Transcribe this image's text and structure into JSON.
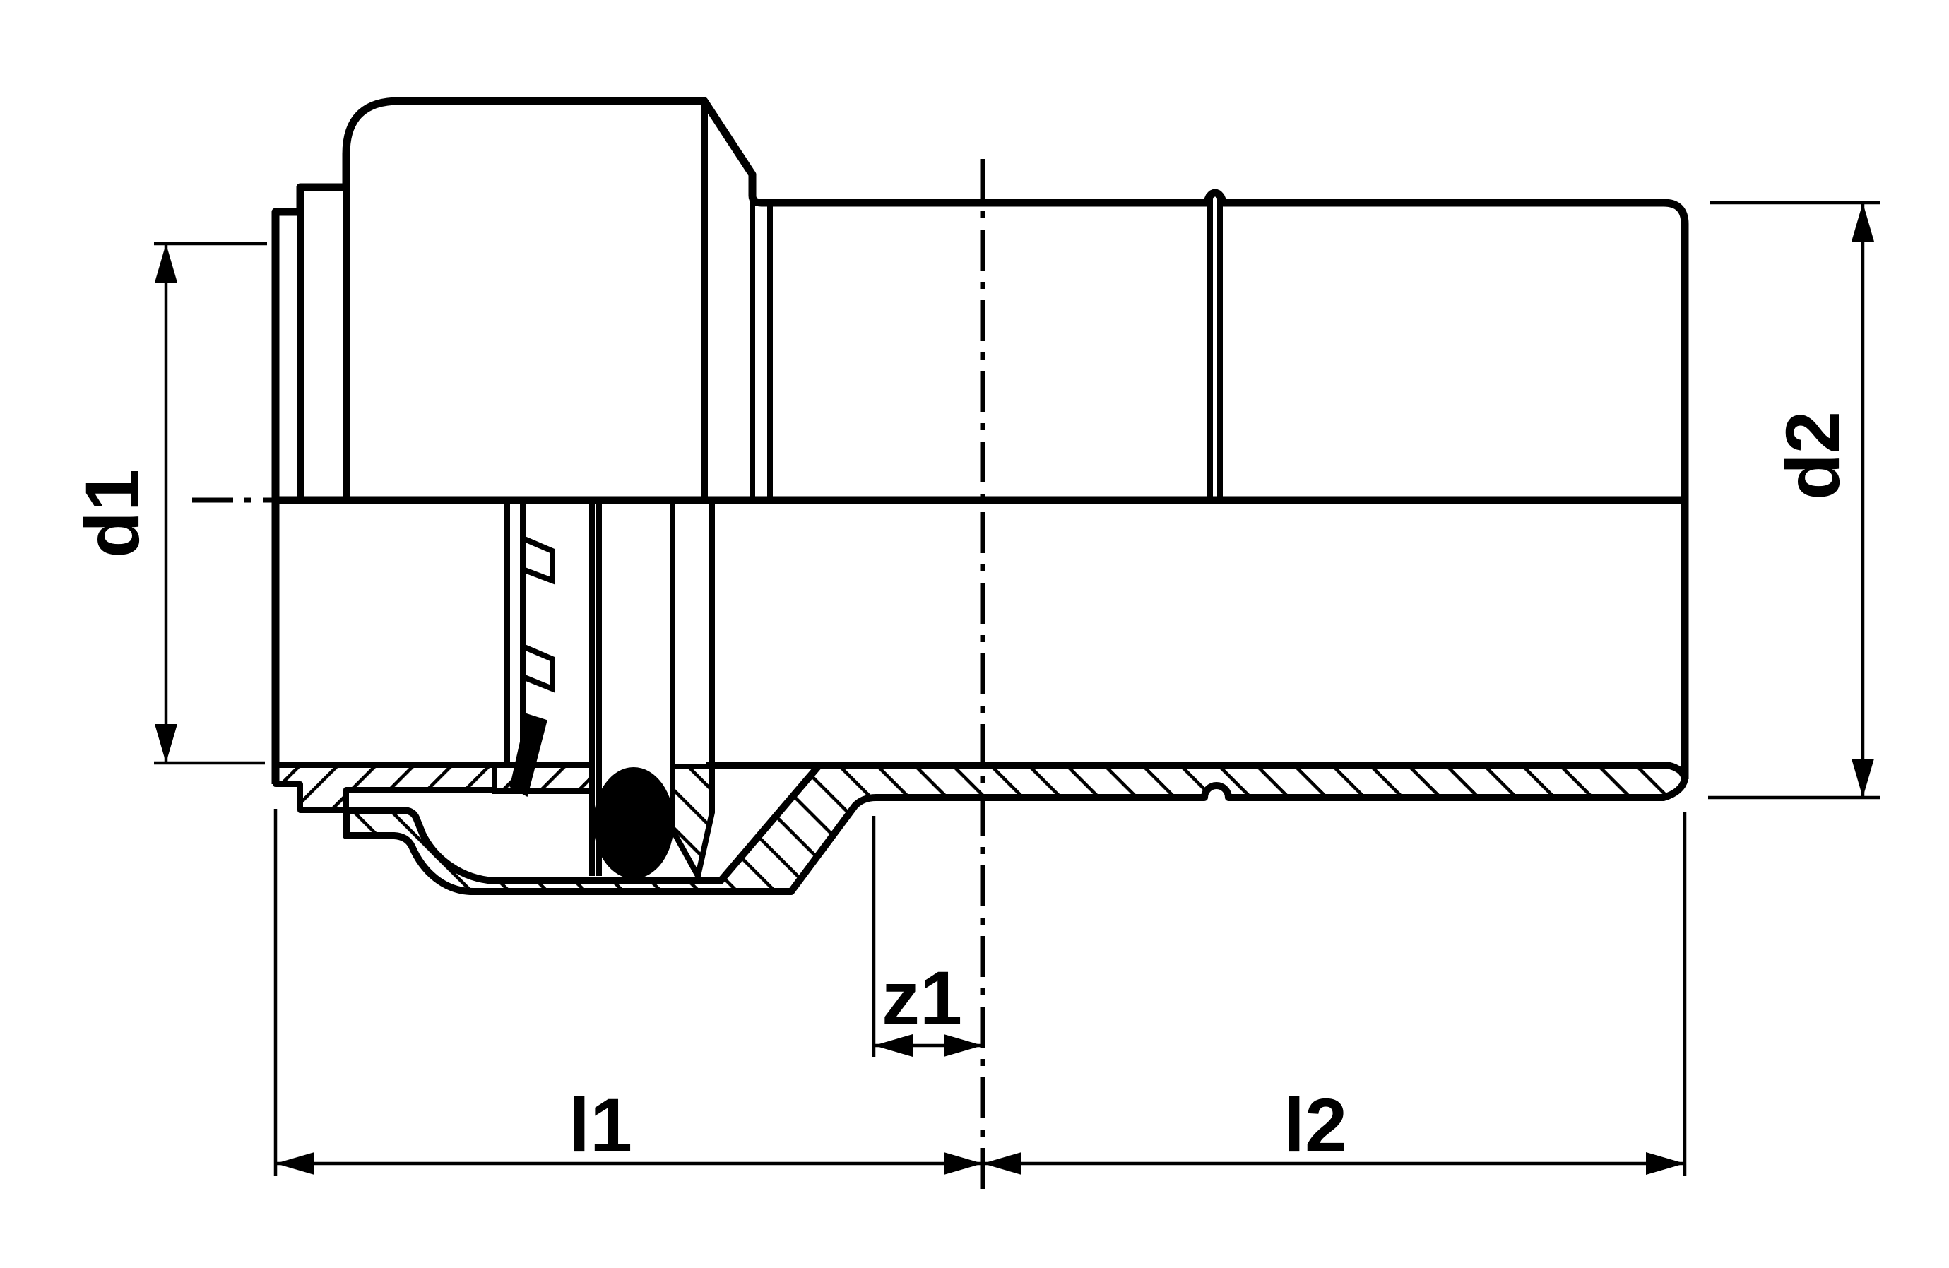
{
  "drawing": {
    "type": "technical-section-drawing",
    "subject": "press-fit transition adapter with O-ring seal, half-section view",
    "background_color": "#ffffff",
    "line_color": "#000000",
    "labels": {
      "d1": "d1",
      "d2": "d2",
      "l1": "l1",
      "l2": "l2",
      "z1": "z1"
    }
  }
}
